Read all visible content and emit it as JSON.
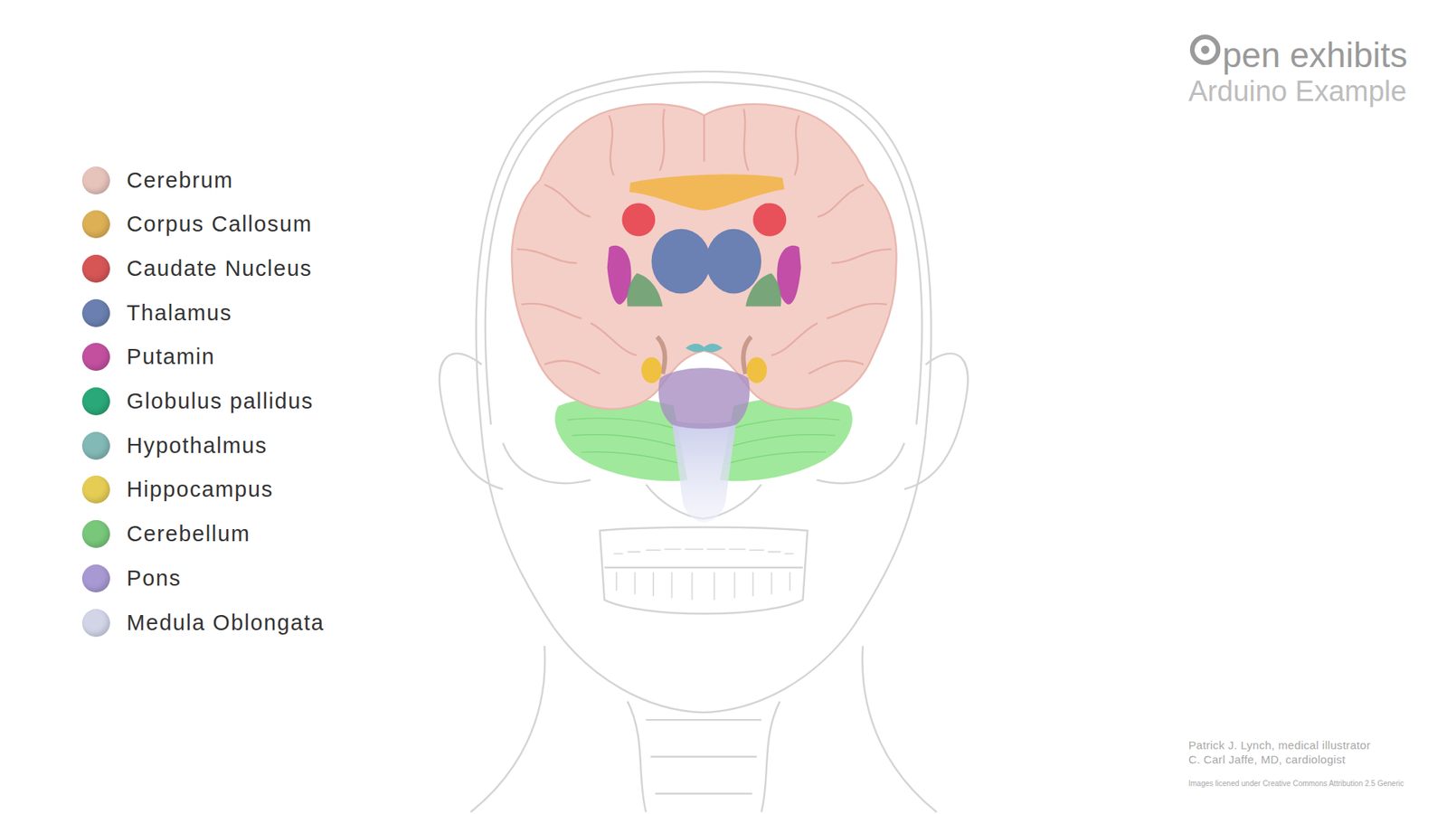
{
  "diagram": {
    "labels": [
      "pen exhibits",
      "Arduino Example",
      "Patrick J. Lynch, medical illustrator",
      "C. Carl Jaffe, MD, cardiologist",
      "Images licened under Creative Commons Attribution 2.5 Generic"
    ],
    "legend": [
      {
        "text": "Cerebrum",
        "color": "#e6c3bb"
      },
      {
        "text": "Corpus Callosum",
        "color": "#ddb055"
      },
      {
        "text": "Caudate Nucleus",
        "color": "#d65656"
      },
      {
        "text": "Thalamus",
        "color": "#6b7fb0"
      },
      {
        "text": "Putamin",
        "color": "#c2509f"
      },
      {
        "text": "Globulus pallidus",
        "color": "#2aa879"
      },
      {
        "text": "Hypothalmus",
        "color": "#82b8b5"
      },
      {
        "text": "Hippocampus",
        "color": "#e5cd55"
      },
      {
        "text": "Cerebellum",
        "color": "#78c77a"
      },
      {
        "text": "Pons",
        "color": "#a899d3"
      },
      {
        "text": "Medula Oblongata",
        "color": "#d2d5e8"
      }
    ]
  }
}
